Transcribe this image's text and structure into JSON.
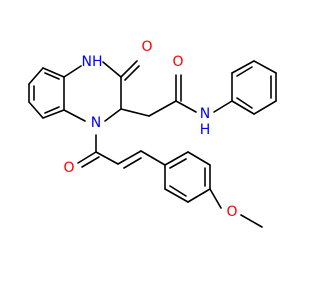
{
  "labels": {
    "amide_nh": "NH",
    "amide_h": "H",
    "amide_n": "N",
    "ring_n": "N",
    "ring_o": "O",
    "amide_o": "O",
    "ketone_o": "O",
    "ether_o": "O"
  },
  "colors": {
    "bond": "#000000",
    "oxygen": "#ff0000",
    "nitrogen": "#0000ff",
    "background": "#ffffff"
  }
}
